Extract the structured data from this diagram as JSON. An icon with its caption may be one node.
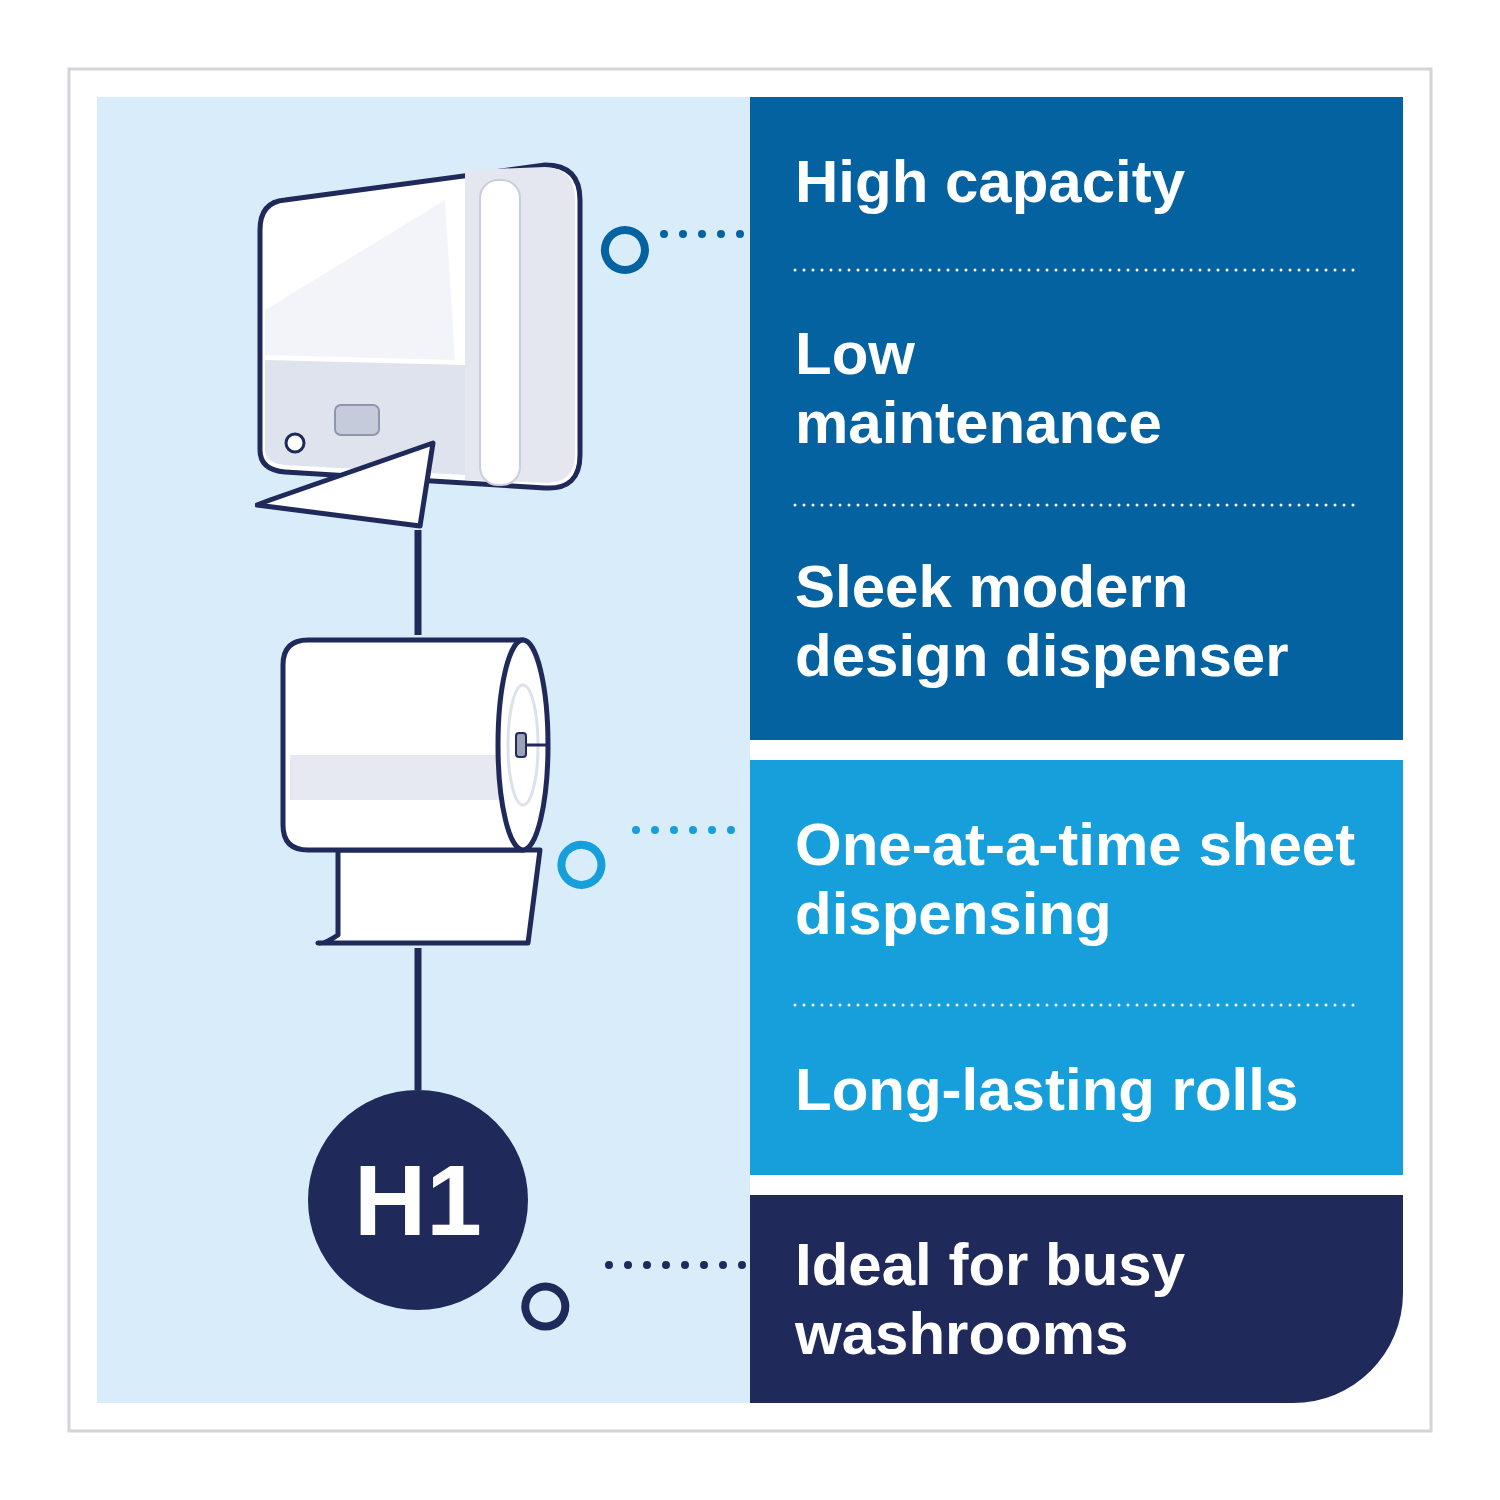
{
  "diagram": {
    "nodes": [
      {
        "text": [
          "High capacity",
          "Low maintenance",
          "Sleek modern design dispenser"
        ]
      },
      {
        "text": [
          "One-at-a-time sheet dispensing",
          "Long-lasting rolls"
        ]
      },
      {
        "text": [
          "Ideal for busy washrooms"
        ]
      },
      {
        "text": [],
        "shape": "picture"
      },
      {
        "text": [],
        "shape": "picture"
      },
      {
        "text": [
          "H1"
        ]
      }
    ],
    "edges": [
      {
        "from": 3,
        "to": 4,
        "arrow": "none"
      },
      {
        "from": 4,
        "to": 5,
        "arrow": "none"
      },
      {
        "from": 3,
        "to": 0,
        "arrow": "other",
        "style": "dashed",
        "color": "#0562a0"
      },
      {
        "from": 4,
        "to": 1,
        "arrow": "other",
        "style": "dashed",
        "color": "#179fdb"
      },
      {
        "from": 5,
        "to": 2,
        "arrow": "other",
        "style": "dashed"
      }
    ]
  }
}
